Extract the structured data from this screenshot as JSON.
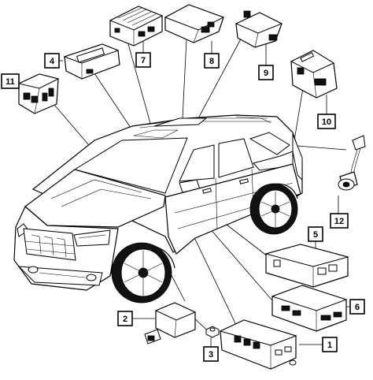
{
  "callouts": [
    {
      "id": "callout-1",
      "label": "1"
    },
    {
      "id": "callout-2",
      "label": "2"
    },
    {
      "id": "callout-3",
      "label": "3"
    },
    {
      "id": "callout-4",
      "label": "4"
    },
    {
      "id": "callout-5",
      "label": "5"
    },
    {
      "id": "callout-6",
      "label": "6"
    },
    {
      "id": "callout-7",
      "label": "7"
    },
    {
      "id": "callout-8",
      "label": "8"
    },
    {
      "id": "callout-9",
      "label": "9"
    },
    {
      "id": "callout-10",
      "label": "10"
    },
    {
      "id": "callout-11",
      "label": "11"
    },
    {
      "id": "callout-12",
      "label": "12"
    }
  ],
  "colors": {
    "line": "#000000",
    "background": "#ffffff"
  }
}
